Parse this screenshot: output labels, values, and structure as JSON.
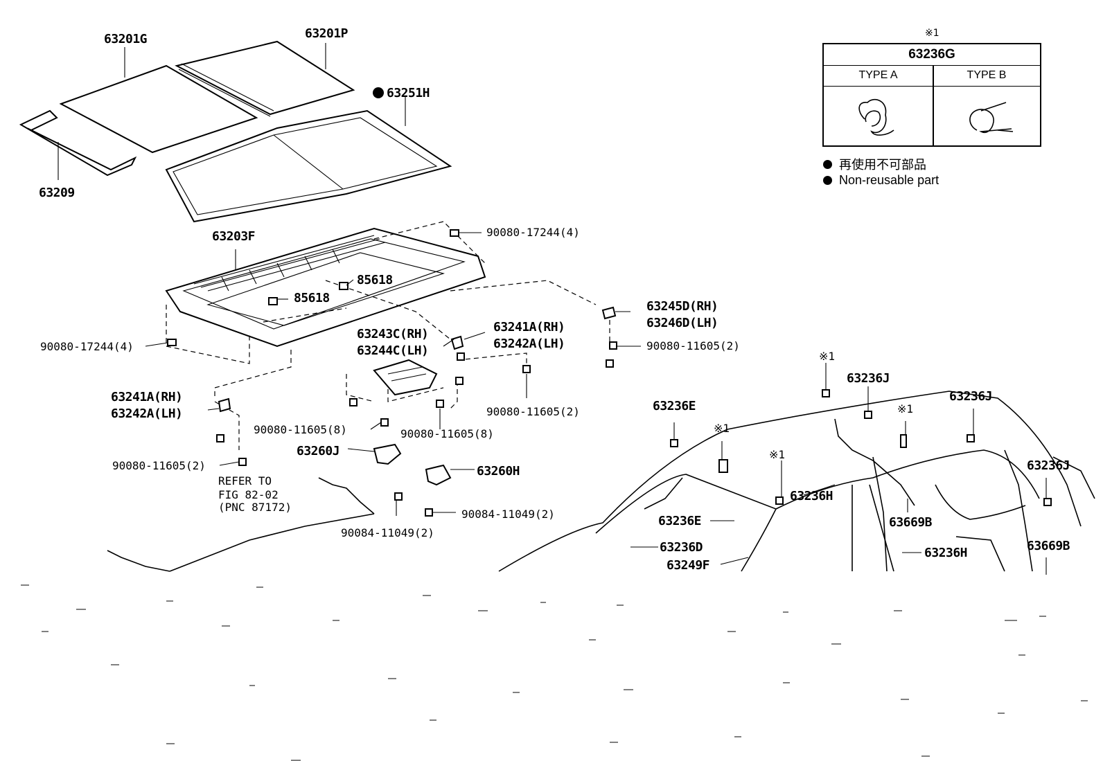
{
  "legend": {
    "mark": "※1",
    "part_number": "63236G",
    "type_a": "TYPE A",
    "type_b": "TYPE B",
    "note_jp": "再使用不可部品",
    "note_en": "Non-reusable part"
  },
  "labels": {
    "p63201G": "63201G",
    "p63201P": "63201P",
    "p63251H": "63251H",
    "p63209": "63209",
    "p63203F": "63203F",
    "b90080_17244_top": "90080-17244(4)",
    "p85618_a": "85618",
    "p85618_b": "85618",
    "p63245D": "63245D(RH)",
    "p63246D": "63246D(LH)",
    "b90080_11605_r": "90080-11605(2)",
    "b90080_17244_left": "90080-17244(4)",
    "p63243C": "63243C(RH)",
    "p63244C": "63244C(LH)",
    "p63241A_mid": "63241A(RH)",
    "p63242A_mid": "63242A(LH)",
    "p63241A_left": "63241A(RH)",
    "p63242A_left": "63242A(LH)",
    "b90080_11605_8a": "90080-11605(8)",
    "b90080_11605_8b": "90080-11605(8)",
    "b90080_11605_2mid": "90080-11605(2)",
    "b90080_11605_2left": "90080-11605(2)",
    "p63260J": "63260J",
    "p63260H": "63260H",
    "b90084_a": "90084-11049(2)",
    "b90084_b": "90084-11049(2)",
    "refer1": "REFER TO",
    "refer2": "FIG 82-02",
    "refer3": "(PNC 87172)",
    "p63236E_a": "63236E",
    "p63236E_b": "63236E",
    "p63236D": "63236D",
    "p63249F": "63249F",
    "p63236J_a": "63236J",
    "p63236J_b": "63236J",
    "p63236J_c": "63236J",
    "p63236H_a": "63236H",
    "p63236H_b": "63236H",
    "p63669B_a": "63669B",
    "p63669B_b": "63669B",
    "mark_a": "※1",
    "mark_b": "※1",
    "mark_c": "※1",
    "mark_d": "※1"
  }
}
